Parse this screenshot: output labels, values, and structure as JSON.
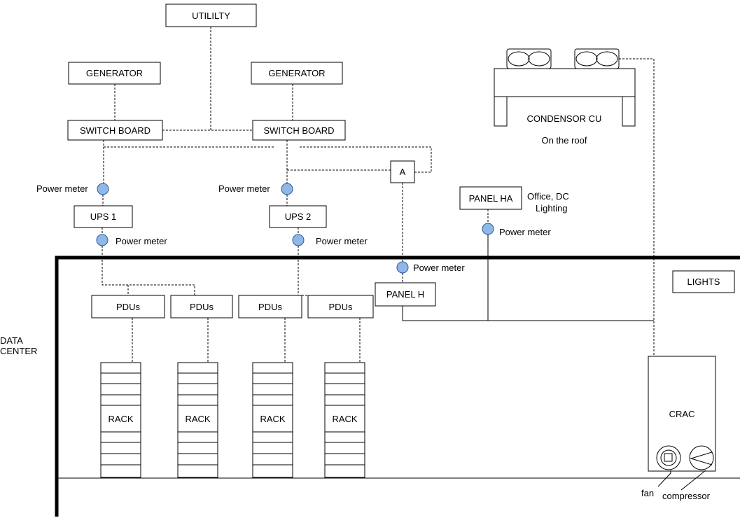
{
  "nodes": {
    "utility": "UTILILTY",
    "generator_left": "GENERATOR",
    "generator_right": "GENERATOR",
    "switchboard_left": "SWITCH BOARD",
    "switchboard_right": "SWITCH BOARD",
    "ats": "A",
    "ups1": "UPS 1",
    "ups2": "UPS 2",
    "panel_ha": "PANEL HA",
    "panel_ha_note_line1": "Office, DC",
    "panel_ha_note_line2": "Lighting",
    "panel_h": "PANEL H",
    "lights": "LIGHTS",
    "condensor": "CONDENSOR CU",
    "condensor_note": "On the roof",
    "pdus": [
      "PDUs",
      "PDUs",
      "PDUs",
      "PDUs"
    ],
    "racks": [
      "RACK",
      "RACK",
      "RACK",
      "RACK"
    ],
    "crac": "CRAC",
    "fan": "fan",
    "compressor": "compressor",
    "data_center_line1": "DATA",
    "data_center_line2": "CENTER"
  },
  "meters": {
    "label": "Power meter"
  },
  "colors": {
    "meter_fill": "#8fb7e8",
    "meter_stroke": "#2b5a9a"
  }
}
